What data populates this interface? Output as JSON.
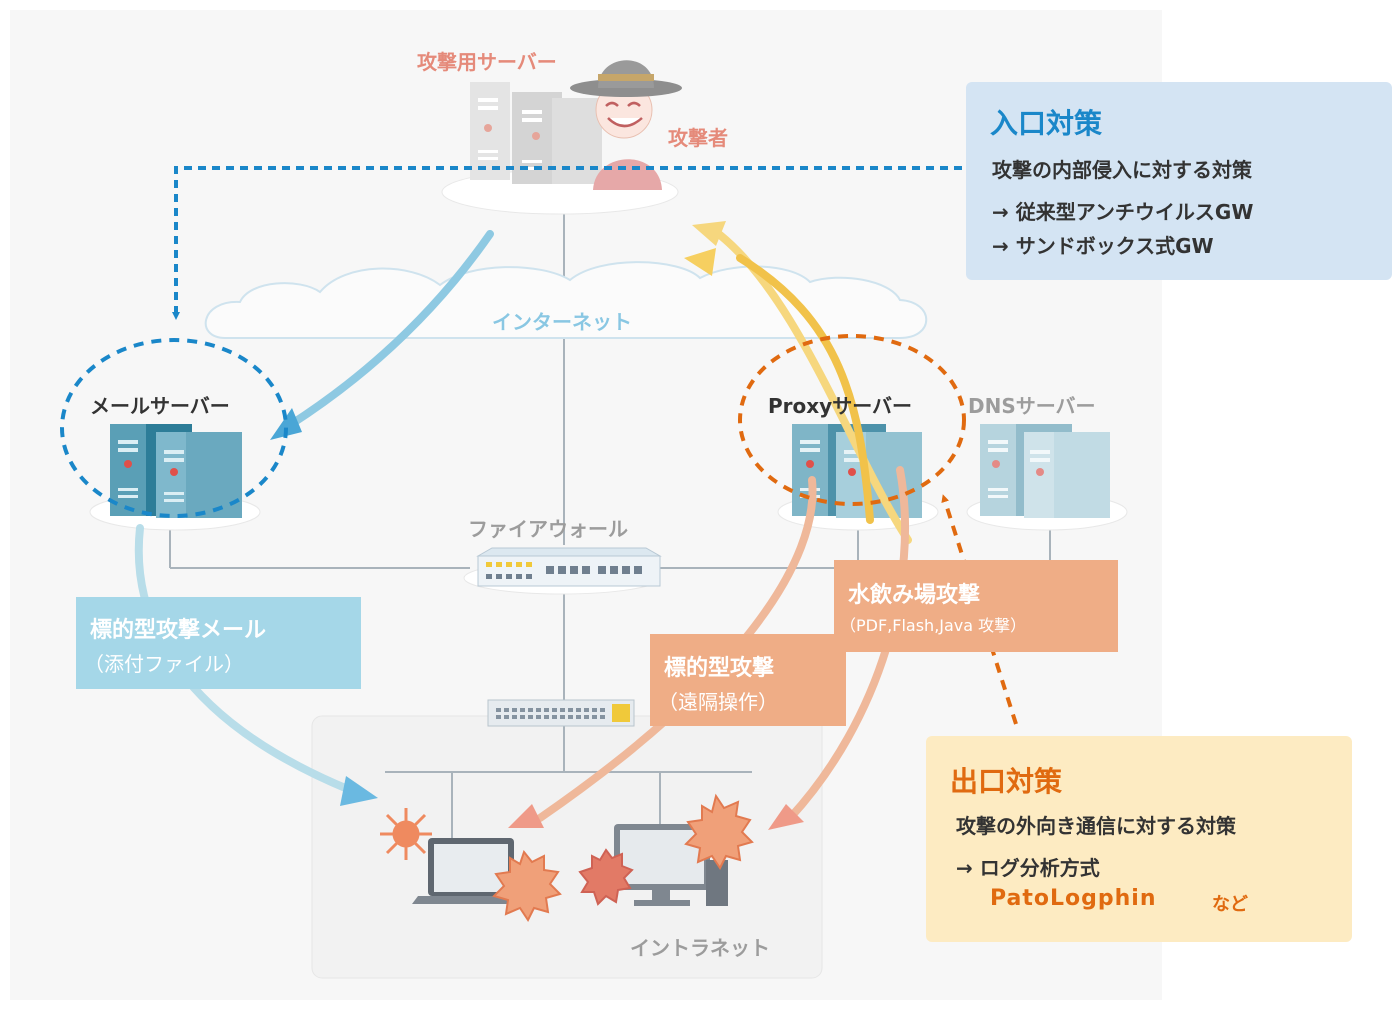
{
  "attack_server_label": "攻撃用サーバー",
  "attacker_label": "攻撃者",
  "internet_label": "インターネット",
  "mail_server_label": "メールサーバー",
  "proxy_server_label": "Proxyサーバー",
  "dns_server_label": "DNSサーバー",
  "firewall_label": "ファイアウォール",
  "intranet_label": "イントラネット",
  "entrance_box": {
    "title": "入口対策",
    "lines": [
      "攻撃の内部侵入に対する対策",
      "→  従来型アンチウイルスGW",
      "→  サンドボックス式GW"
    ]
  },
  "exit_box": {
    "title": "出口対策",
    "lines": [
      "攻撃の外向き通信に対する対策",
      "→  ログ分析方式"
    ],
    "product": "PatoLogphin",
    "product_suffix": "など"
  },
  "attack_labels": {
    "targeted_mail": {
      "title": "標的型攻撃メール",
      "sub": "（添付ファイル）"
    },
    "targeted_remote": {
      "title": "標的型攻撃",
      "sub": "（遠隔操作）"
    },
    "watering_hole": {
      "title": "水飲み場攻撃",
      "sub": "（PDF,Flash,Java 攻撃）"
    }
  },
  "colors": {
    "entrance_blue": "#1a87c9",
    "exit_orange": "#e06a10",
    "mail_attack_blue": "#8ec9e2",
    "orange_label": "#eda47b",
    "yellow_arrow": "#f6c84a",
    "server_teal": "#5a9fb6"
  }
}
